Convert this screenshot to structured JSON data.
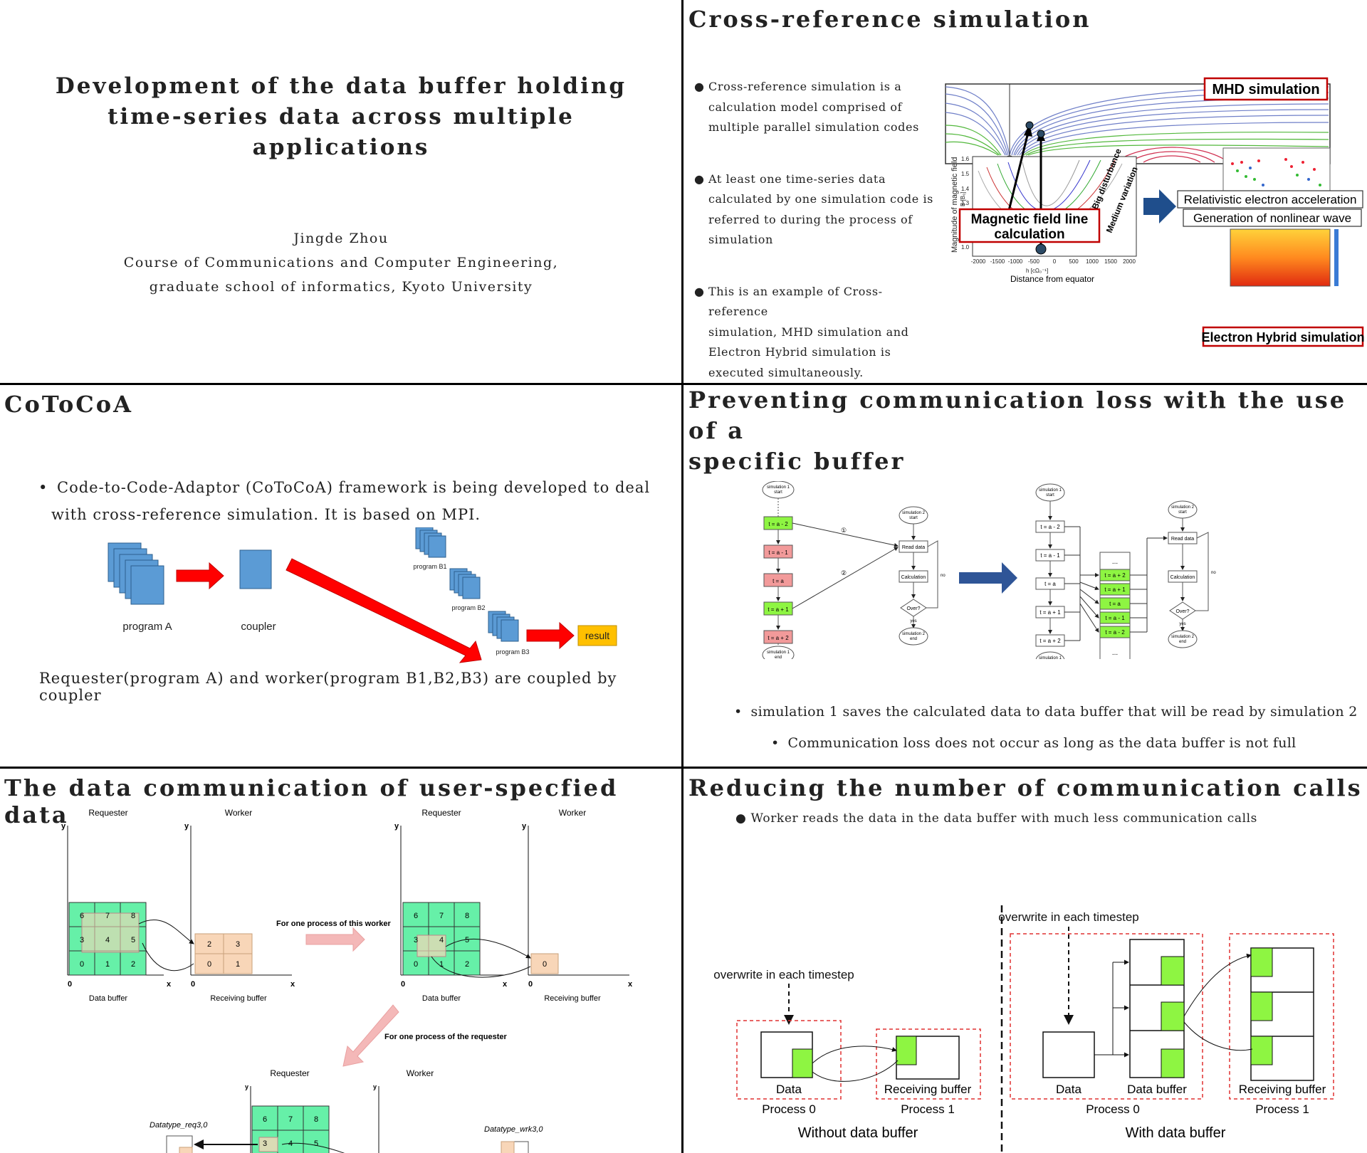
{
  "colors": {
    "green": "#8ef542",
    "greenCell": "#66f0a8",
    "pink": "#f29a9a",
    "peach": "#f8d6b8",
    "red": "#e00000",
    "blueBox": "#5b9bd5",
    "result": "#ffc000",
    "arrowBlue": "#2f5597",
    "outlineRed": "#c00000"
  },
  "slide1": {
    "title_lines": [
      "Development of the data buffer holding",
      "time-series data across multiple",
      "applications"
    ],
    "author": "Jingde Zhou",
    "affil1": "Course of Communications and Computer Engineering,",
    "affil2": "graduate school of informatics, Kyoto University"
  },
  "slide2": {
    "title": "Cross-reference simulation",
    "bullets": [
      [
        "Cross-reference simulation is a",
        "calculation model comprised of",
        "multiple parallel simulation codes"
      ],
      [
        "At least one time-series data",
        "calculated by one simulation code is",
        "referred to during the process of",
        "simulation"
      ],
      [
        "This is an example of Cross-reference",
        "simulation, MHD simulation and",
        "Electron Hybrid simulation is",
        "executed simultaneously."
      ]
    ],
    "mhd": "MHD simulation",
    "mag1": "Magnetic field line",
    "mag2": "calculation",
    "rel": "Relativistic electron acceleration",
    "gen": "Generation of nonlinear wave",
    "ehs": "Electron Hybrid simulation",
    "dist": "Distance from equator",
    "ylab": "Magnitude of magnetic field",
    "ylab2": "B [B₀]",
    "big": "Big disturbance",
    "med": "Medium variation",
    "xticks": [
      "-2000",
      "-1500",
      "-1000",
      "-500",
      "0",
      "500",
      "1000",
      "1500",
      "2000"
    ],
    "yticks": [
      "1.6",
      "1.5",
      "1.4",
      "1.3",
      "1.0"
    ],
    "hlabel": "h [cΩ₀⁻¹]"
  },
  "slide3": {
    "title": "CoToCoA",
    "bullet1": "Code-to-Code-Adaptor (CoToCoA) framework is being developed to deal",
    "bullet2": "with cross-reference simulation. It is based on MPI.",
    "progA": "program A",
    "coupler": "coupler",
    "b1": "program B1",
    "b2": "program B2",
    "b3": "program B3",
    "result": "result",
    "caption": "Requester(program A) and worker(program B1,B2,B3) are coupled by coupler"
  },
  "slide4": {
    "title1": "Preventing communication loss with the use of a",
    "title2": "specific buffer",
    "s1start": [
      "simulation 1",
      "start"
    ],
    "s1end": [
      "simulation 1",
      "end"
    ],
    "s2start": [
      "simulation 2",
      "start"
    ],
    "s2end": [
      "simulation 2",
      "end"
    ],
    "steps": [
      "t = a - 2",
      "t = a - 1",
      "t = a",
      "t = a + 1",
      "t = a + 2"
    ],
    "bufsteps": [
      "t = a + 2",
      "t = a + 1",
      "t = a",
      "t = a - 1",
      "t = a - 2"
    ],
    "ellipsis": "...",
    "read": "Read data",
    "calc": "Calculation",
    "over": "Over?",
    "yes": "yes",
    "no": "no",
    "c1": "①",
    "c2": "②",
    "bullet1": "simulation 1 saves the calculated data to data buffer that will be read by simulation 2",
    "bullet2": "Communication loss does not occur as long as the data buffer is not full"
  },
  "slide5": {
    "title": "The data communication of user-specfied data",
    "requester": "Requester",
    "worker": "Worker",
    "databuf": "Data buffer",
    "recvbuf": "Receiving buffer",
    "forworker": "For one process of this worker",
    "forreq": "For one process of the requester",
    "dtreq": "Datatype_req3,0",
    "dtwrk": "Datatype_wrk3,0",
    "x": "x",
    "y": "y",
    "zero": "0",
    "grid": [
      "6",
      "7",
      "8",
      "3",
      "4",
      "5",
      "0",
      "1",
      "2"
    ],
    "recv4": [
      "2",
      "3",
      "0",
      "1"
    ],
    "recv1": "0"
  },
  "slide6": {
    "title": "Reducing the number of communication calls",
    "bullet": "Worker reads the data in the data buffer with much less communication calls",
    "overwrite": "overwrite in each timestep",
    "data": "Data",
    "proc0": "Process 0",
    "recv": "Receiving buffer",
    "proc1": "Process 1",
    "without": "Without data buffer",
    "databuf": "Data buffer",
    "with": "With data buffer"
  }
}
